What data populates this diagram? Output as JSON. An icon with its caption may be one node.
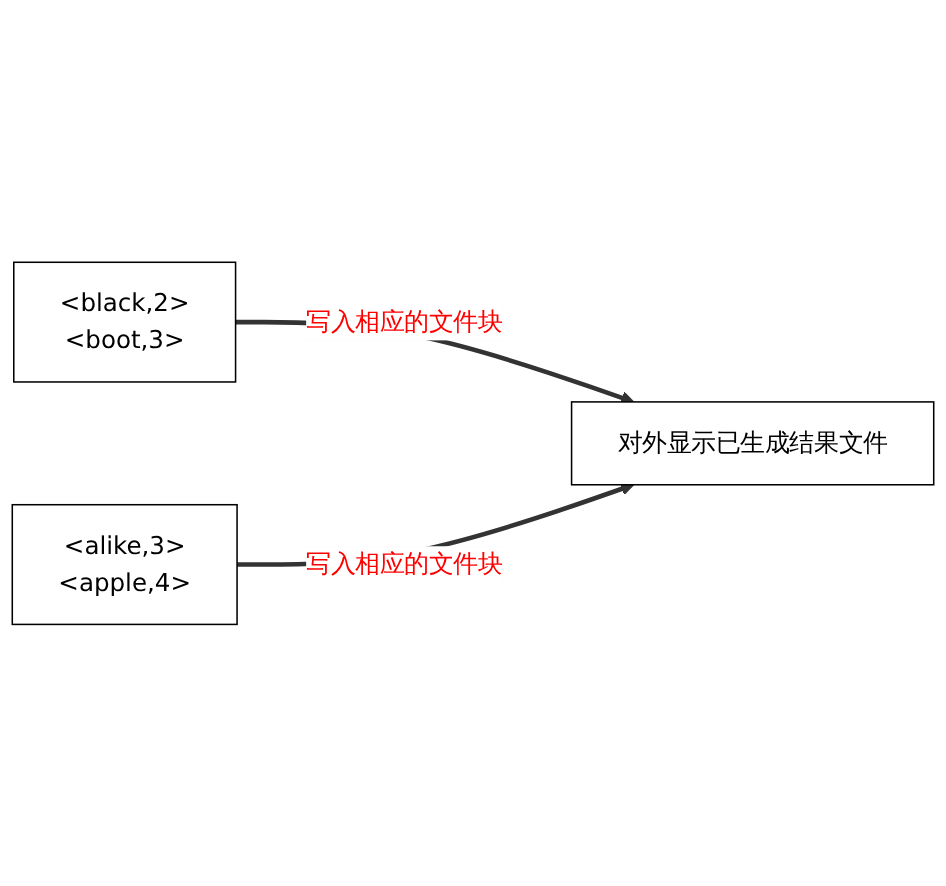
{
  "diagram": {
    "nodes": [
      {
        "text": [
          "<black,2>",
          "<boot,3>"
        ]
      },
      {
        "text": [
          "<alike,3>",
          "<apple,4>"
        ]
      },
      {
        "text": [
          "对外显示已生成结果文件"
        ]
      }
    ],
    "edges": [
      {
        "from": 0,
        "to": 2,
        "arrow": "to",
        "label": "写入相应的文件块"
      },
      {
        "from": 1,
        "to": 2,
        "arrow": "to",
        "label": "写入相应的文件块"
      }
    ]
  }
}
